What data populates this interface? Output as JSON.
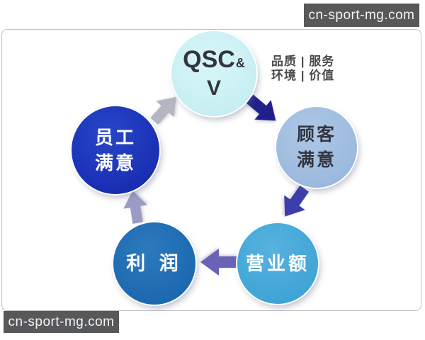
{
  "watermarks": {
    "top_right": "cn-sport-mg.com",
    "bottom_left": "cn-sport-mg.com"
  },
  "annotation": {
    "line1": "品质 | 服务",
    "line2": "环境 | 价值"
  },
  "nodes": {
    "qscv": {
      "text_main": "QSC",
      "text_amp": "&",
      "text_second": "V",
      "fill": "#c6eef2",
      "text_color": "#31363d"
    },
    "customer": {
      "line1": "顾客",
      "line2": "满意",
      "fill": "#9cbade",
      "text_color": "#33363f"
    },
    "revenue": {
      "label": "营业额",
      "fill": "#41a5d6",
      "text_color": "#ffffff"
    },
    "profit": {
      "label": "利 润",
      "fill": "#1c69af",
      "text_color": "#ffffff"
    },
    "employee": {
      "line1": "员工",
      "line2": "满意",
      "fill": "#1b31b5",
      "text_color": "#ffffff"
    }
  },
  "arrows": {
    "employee_to_qscv": {
      "color": "#b5b6c1"
    },
    "qscv_to_customer": {
      "color": "#20208d"
    },
    "customer_to_revenue": {
      "color": "#3d3dac"
    },
    "revenue_to_profit": {
      "color": "#6a62b6"
    },
    "profit_to_employee": {
      "color": "#9a9cc5"
    }
  },
  "colors": {
    "background": "#ffffff",
    "frame_border": "#c2c2c2",
    "watermark_bg": "#57585a",
    "annotation_text": "#4b4b4b"
  }
}
